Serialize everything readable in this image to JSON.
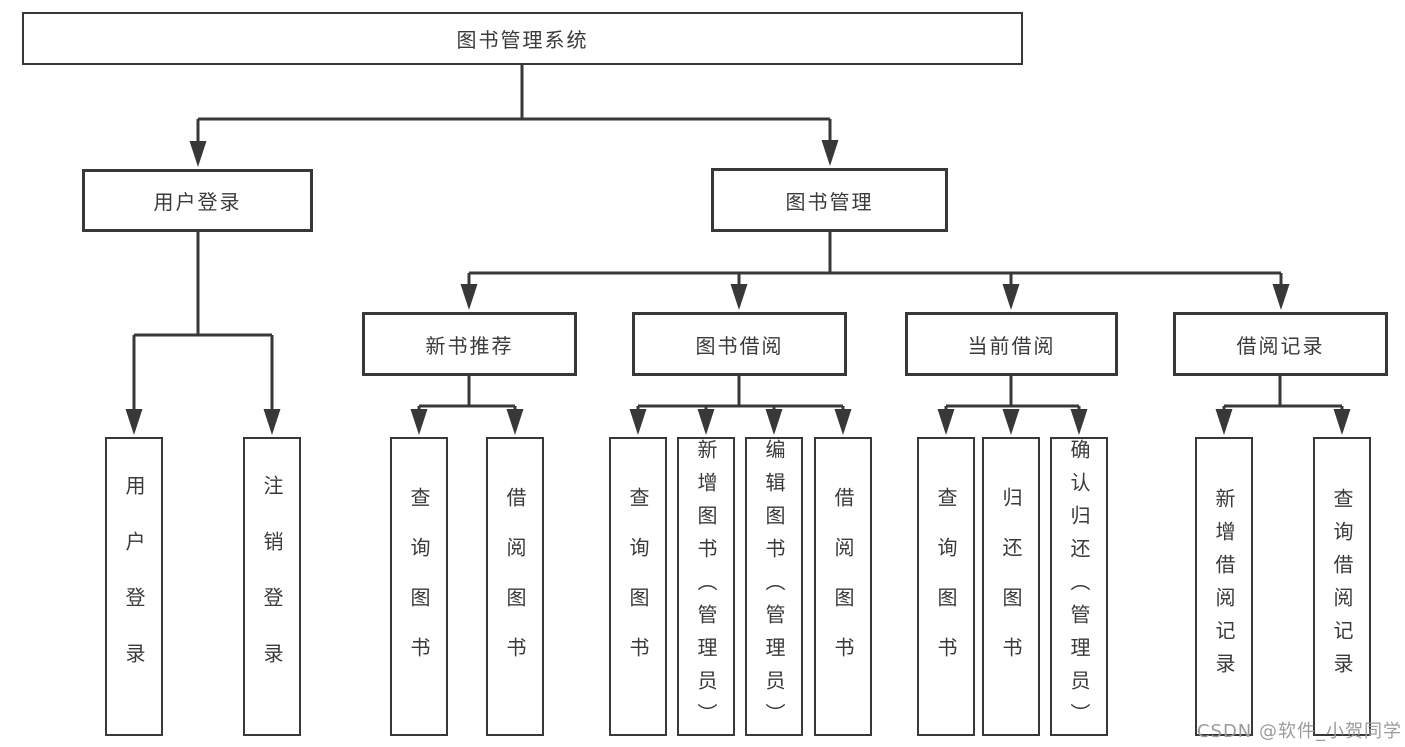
{
  "diagram_title": "图书管理系统",
  "tree": {
    "label": "图书管理系统",
    "children": [
      {
        "label": "用户登录",
        "children": [
          {
            "label": "用户登录"
          },
          {
            "label": "注销登录"
          }
        ]
      },
      {
        "label": "图书管理",
        "children": [
          {
            "label": "新书推荐",
            "children": [
              {
                "label": "查询图书"
              },
              {
                "label": "借阅图书"
              }
            ]
          },
          {
            "label": "图书借阅",
            "children": [
              {
                "label": "查询图书"
              },
              {
                "label": "新增图书（管理员）"
              },
              {
                "label": "编辑图书（管理员）"
              },
              {
                "label": "借阅图书"
              }
            ]
          },
          {
            "label": "当前借阅",
            "children": [
              {
                "label": "查询图书"
              },
              {
                "label": "归还图书"
              },
              {
                "label": "确认归还（管理员）"
              }
            ]
          },
          {
            "label": "借阅记录",
            "children": [
              {
                "label": "新增借阅记录"
              },
              {
                "label": "查询借阅记录"
              }
            ]
          }
        ]
      }
    ]
  },
  "watermark": {
    "text": "CSDN @软件_小贺同学"
  },
  "colors": {
    "line": "#383838",
    "box_border": "#383838",
    "box_background": "#ffffff",
    "text": "#3a3a3a",
    "watermark_text": "#9b9b9b",
    "page_background": "#ffffff"
  }
}
